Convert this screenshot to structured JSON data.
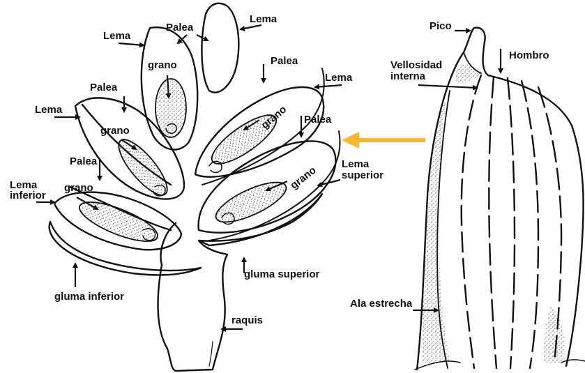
{
  "labels": {
    "lema_top": "Lema",
    "palea_top": "Palea",
    "lema_top_left": "Lema",
    "grano_top": "grano",
    "palea_upper_right": "Palea",
    "lema_upper_right": "Lema",
    "palea_left": "Palea",
    "lema_left": "Lema",
    "grano_left": "grano",
    "grano_mid_right": "grano",
    "palea_right": "Palea",
    "palea_lower_left": "Palea",
    "lema_inferior_1": "Lema",
    "lema_inferior_2": "inferior",
    "grano_lower_left": "grano",
    "grano_lower_right": "grano",
    "lema_superior_1": "Lema",
    "lema_superior_2": "superior",
    "gluma_superior": "gluma superior",
    "gluma_inferior": "gluma inferior",
    "raquis": "raquis",
    "pico": "Pico",
    "hombro": "Hombro",
    "vellosidad_1": "Vellosidad",
    "vellosidad_2": "interna",
    "ala_estrecha": "Ala estrecha"
  },
  "colors": {
    "ink": "#111111",
    "highlight_arrow": "#F7B731",
    "stipple": "#555555"
  }
}
